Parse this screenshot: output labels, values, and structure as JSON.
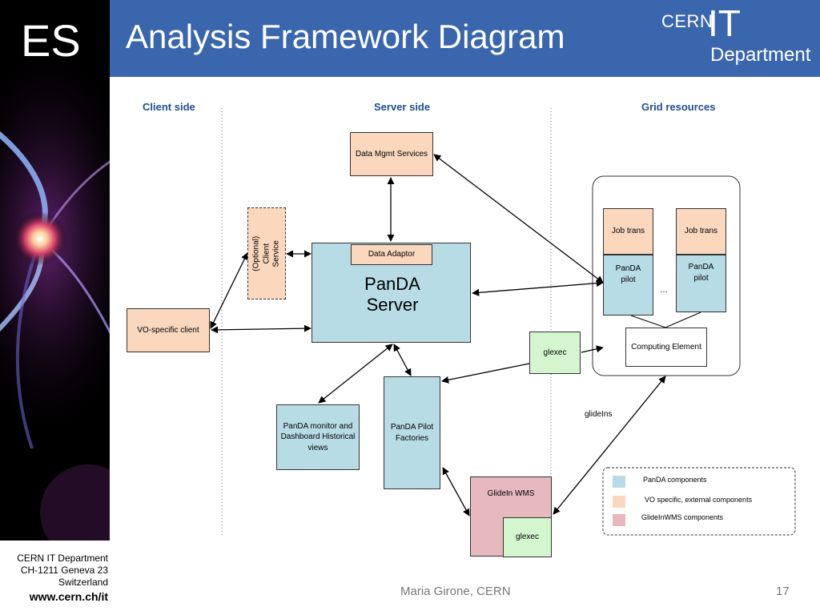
{
  "branding": {
    "es_label": "ES",
    "logo_cern": "CERN",
    "logo_it": "IT",
    "logo_department": "Department"
  },
  "slide": {
    "title": "Analysis Framework Diagram"
  },
  "footer": {
    "address_line1": "CERN IT Department",
    "address_line2": "CH-1211 Geneva 23",
    "address_line3": "Switzerland",
    "url": "www.cern.ch/it",
    "author": "Maria Girone, CERN",
    "page_number": "17"
  },
  "diagram": {
    "columns": {
      "client": "Client side",
      "server": "Server side",
      "grid": "Grid resources"
    },
    "nodes": {
      "data_mgmt": "Data Mgmt Services",
      "client_service": "(Optional) Client Service",
      "vo_client": "VO-specific client",
      "panda_server": "PanDA Server",
      "data_adaptor": "Data Adaptor",
      "panda_monitor": "PanDA monitor and Dashboard Historical views",
      "pilot_factories": "PanDA Pilot Factories",
      "glidein_wms": "GlideIn WMS",
      "glexec_wms": "glexec",
      "glexec_middle": "glexec",
      "job_trans_1": "Job trans",
      "job_trans_2": "Job trans",
      "panda_pilot_1": "PanDA pilot",
      "panda_pilot_2": "PanDA pilot",
      "ellipsis": "…",
      "computing_element": "Computing Element",
      "glideins_label": "glideIns"
    },
    "legend": [
      {
        "label": "PanDA components",
        "color": "#b7dce6"
      },
      {
        "label": "VO specific, external components",
        "color": "#fad7bd"
      },
      {
        "label": "GlideInWMS components",
        "color": "#e6b9be"
      }
    ],
    "colors": {
      "header": "#3a66ad",
      "column_heading": "#1f4f8f",
      "panda": "#b7dce6",
      "vo_external": "#fad7bd",
      "glidein": "#e6b9be",
      "glexec": "#d3f6cf"
    }
  }
}
